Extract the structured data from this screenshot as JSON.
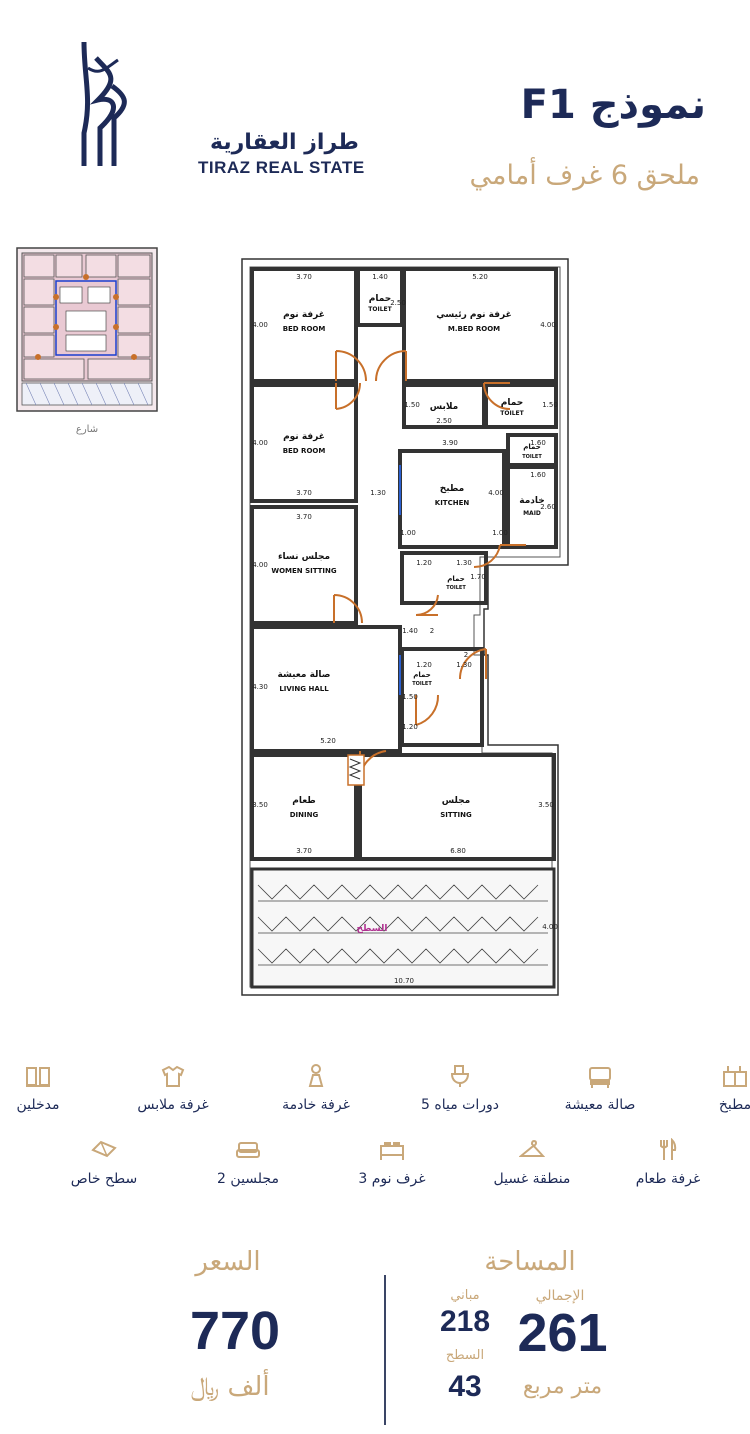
{
  "brand": {
    "name_ar": "طراز العقارية",
    "name_en": "TIRAZ REAL STATE"
  },
  "header": {
    "title": "نموذج F1",
    "subtitle": "ملحق 6 غرف أمامي"
  },
  "keymap": {
    "street_label": "شارع"
  },
  "plan": {
    "rooms": [
      {
        "ar": "غرفة نوم",
        "en": "BED ROOM"
      },
      {
        "ar": "حمام",
        "en": "TOILET"
      },
      {
        "ar": "غرفة نوم رئيسي",
        "en": "M.BED ROOM"
      },
      {
        "ar": "ملابس",
        "en": ""
      },
      {
        "ar": "حمام",
        "en": "TOILET"
      },
      {
        "ar": "غرفة نوم",
        "en": "BED ROOM"
      },
      {
        "ar": "مطبخ",
        "en": "KITCHEN"
      },
      {
        "ar": "حمام",
        "en": "TOILET"
      },
      {
        "ar": "خادمة",
        "en": "MAID"
      },
      {
        "ar": "مجلس نساء",
        "en": "WOMEN SITTING"
      },
      {
        "ar": "حمام",
        "en": "TOILET"
      },
      {
        "ar": "صالة معيشة",
        "en": "LIVING HALL"
      },
      {
        "ar": "حمام",
        "en": "TOILET"
      },
      {
        "ar": "طعام",
        "en": "DINING"
      },
      {
        "ar": "مجلس",
        "en": "SITTING"
      },
      {
        "ar": "السطح",
        "en": ""
      }
    ],
    "dims": [
      "3.70",
      "1.40",
      "5.20",
      "4.00",
      "2.50",
      "4.00",
      "2.50",
      "1.50",
      "1.50",
      "3.90",
      "1.60",
      "1.60",
      "4.00",
      "3.70",
      "1.30",
      "2.60",
      "4.00",
      "1.00",
      "1.00",
      "3.70",
      "4.00",
      "1.20",
      "1.30",
      "1.70",
      "1.40",
      "1.20",
      "1.30",
      "4.30",
      "1.50",
      "1.20",
      "5.20",
      "3.50",
      "3.50",
      "3.70",
      "6.80",
      "4.00",
      "10.70",
      "2",
      "2"
    ]
  },
  "amenities": [
    {
      "icon": "kitchen-icon",
      "label": "مطبخ"
    },
    {
      "icon": "sofa-icon",
      "label": "صالة معيشة"
    },
    {
      "icon": "toilet-icon",
      "label": "5 دورات مياه"
    },
    {
      "icon": "maid-icon",
      "label": "غرفة خادمة"
    },
    {
      "icon": "wardrobe-icon",
      "label": "غرفة ملابس"
    },
    {
      "icon": "door-icon",
      "label": "مدخلين"
    },
    {
      "icon": "dining-icon",
      "label": "غرفة طعام"
    },
    {
      "icon": "hanger-icon",
      "label": "منطقة غسيل"
    },
    {
      "icon": "bed-icon",
      "label": "3 غرف نوم"
    },
    {
      "icon": "couch-icon",
      "label": "2 مجلسين"
    },
    {
      "icon": "roof-icon",
      "label": "سطح خاص"
    }
  ],
  "price": {
    "label": "السعر",
    "value": "770",
    "unit": "ألف ﷼"
  },
  "area": {
    "label": "المساحة",
    "total_label": "الإجمالي",
    "total_value": "261",
    "unit": "متر مربع",
    "building_label": "مباني",
    "building_value": "218",
    "roof_label": "السطح",
    "roof_value": "43"
  },
  "colors": {
    "navy": "#1d2a57",
    "gold": "#c9a87a",
    "door": "#c8702a"
  }
}
